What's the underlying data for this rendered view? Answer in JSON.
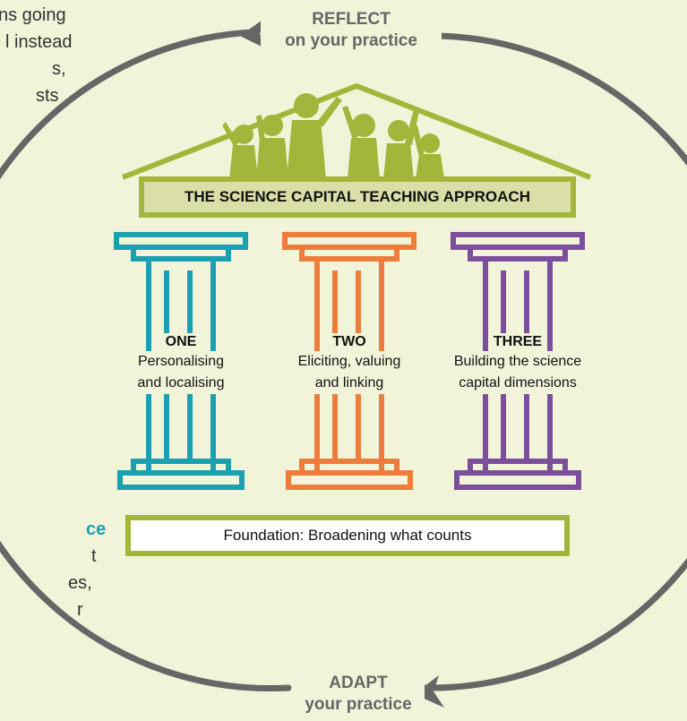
{
  "side_text_top": [
    "ns going",
    "l instead",
    "s,",
    "sts"
  ],
  "side_text_bottom": {
    "accent": "ce",
    "lines": [
      "t",
      "es,",
      "r"
    ]
  },
  "cycle": {
    "reflect": {
      "title": "REFLECT",
      "subtitle": "on your practice"
    },
    "adapt": {
      "title": "ADAPT",
      "subtitle": "your practice"
    }
  },
  "temple": {
    "beam_label": "THE SCIENCE CAPITAL TEACHING APPROACH",
    "foundation_label": "Foundation: Broadening what counts"
  },
  "pillars": [
    {
      "number": "ONE",
      "line1": "Personalising",
      "line2": "and localising",
      "color": "#1aa0b0"
    },
    {
      "number": "TWO",
      "line1": "Eliciting, valuing",
      "line2": "and linking",
      "color": "#ee7d3c"
    },
    {
      "number": "THREE",
      "line1": "Building the science",
      "line2": "capital dimensions",
      "color": "#7b4f9c"
    }
  ],
  "colors": {
    "background": "#f2f4d9",
    "temple": "#a3b53a",
    "temple_fill": "#d9dfa6",
    "cycle_arrow": "#666666",
    "accent_text": "#1aa0b0"
  },
  "icons": {
    "children": "children-silhouette-icon",
    "cycle": "cycle-arrow-icon"
  }
}
